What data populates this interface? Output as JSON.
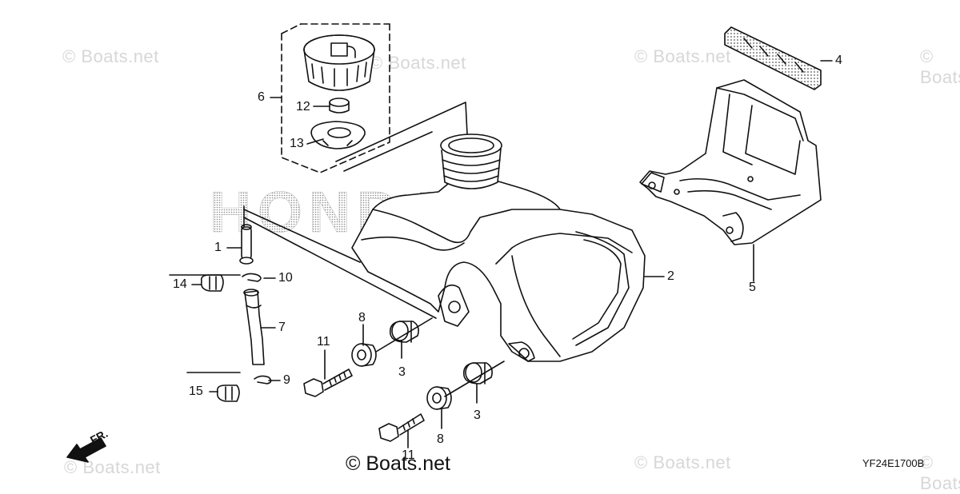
{
  "watermarks": [
    "© Boats.net",
    "© Boats.net",
    "© Boats.net",
    "© Boats.net",
    "© Boats.net",
    "© Boats.net",
    "© Boats.net"
  ],
  "footer_watermark": "© Boats.net",
  "brand_text": "HONDA",
  "diagram_code": "YF24E1700B",
  "direction_label": "FR.",
  "callouts": {
    "p1": "1",
    "p2": "2",
    "p3a": "3",
    "p3b": "3",
    "p4": "4",
    "p5": "5",
    "p6": "6",
    "p7": "7",
    "p8a": "8",
    "p8b": "8",
    "p9": "9",
    "p10": "10",
    "p11a": "11",
    "p11b": "11",
    "p12": "12",
    "p13": "13",
    "p14": "14",
    "p15": "15"
  }
}
